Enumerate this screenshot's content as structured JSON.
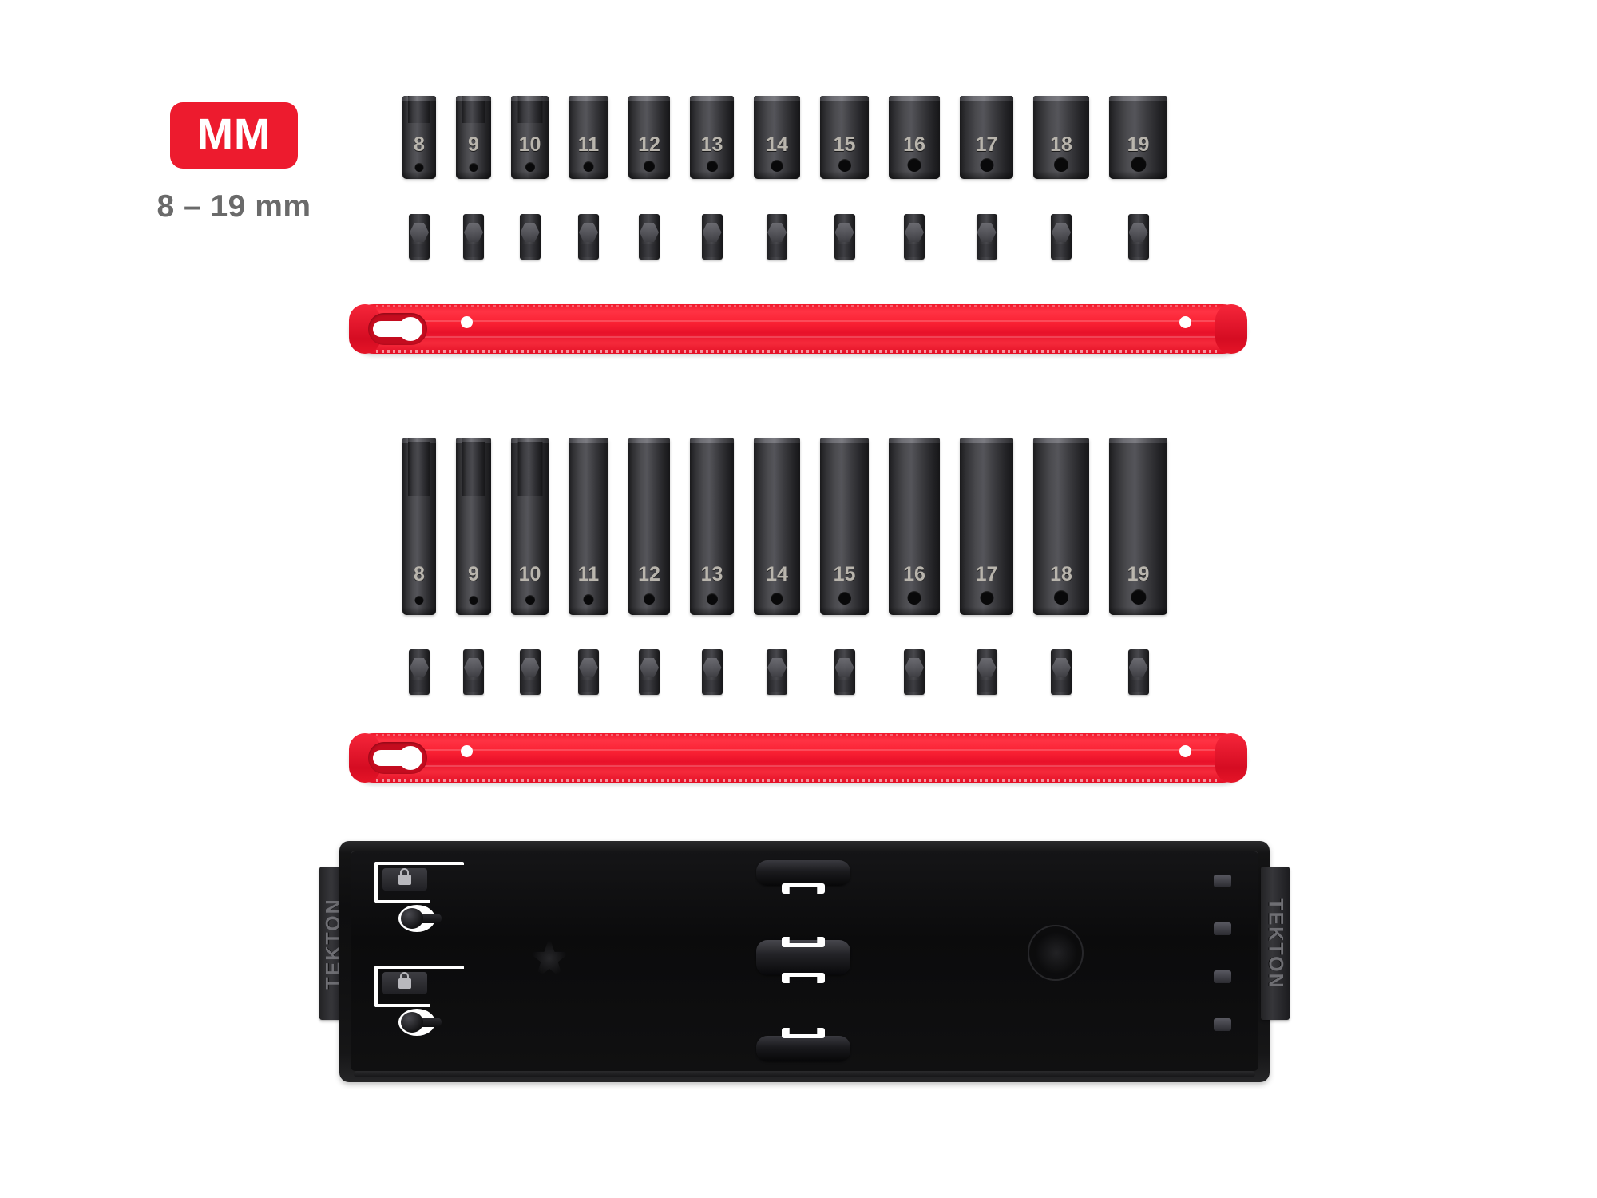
{
  "product": {
    "brand": "TEKTON",
    "system_badge": "MM",
    "size_range": "8 – 19 mm",
    "badge_color": "#ed1b2e",
    "rail_color": "#ed1b2e",
    "tray_color": "#111112"
  },
  "rows": [
    {
      "id": "shallow-impact-sockets",
      "sizes": [
        "8",
        "9",
        "10",
        "11",
        "12",
        "13",
        "14",
        "15",
        "16",
        "17",
        "18",
        "19"
      ]
    },
    {
      "id": "deep-impact-sockets",
      "sizes": [
        "8",
        "9",
        "10",
        "11",
        "12",
        "13",
        "14",
        "15",
        "16",
        "17",
        "18",
        "19"
      ]
    }
  ],
  "rails": [
    {
      "id": "shallow-socket-rail",
      "label": ""
    },
    {
      "id": "deep-socket-rail",
      "label": ""
    }
  ],
  "tray": {
    "brand_left": "TEKTON",
    "brand_right": "TEKTON"
  }
}
